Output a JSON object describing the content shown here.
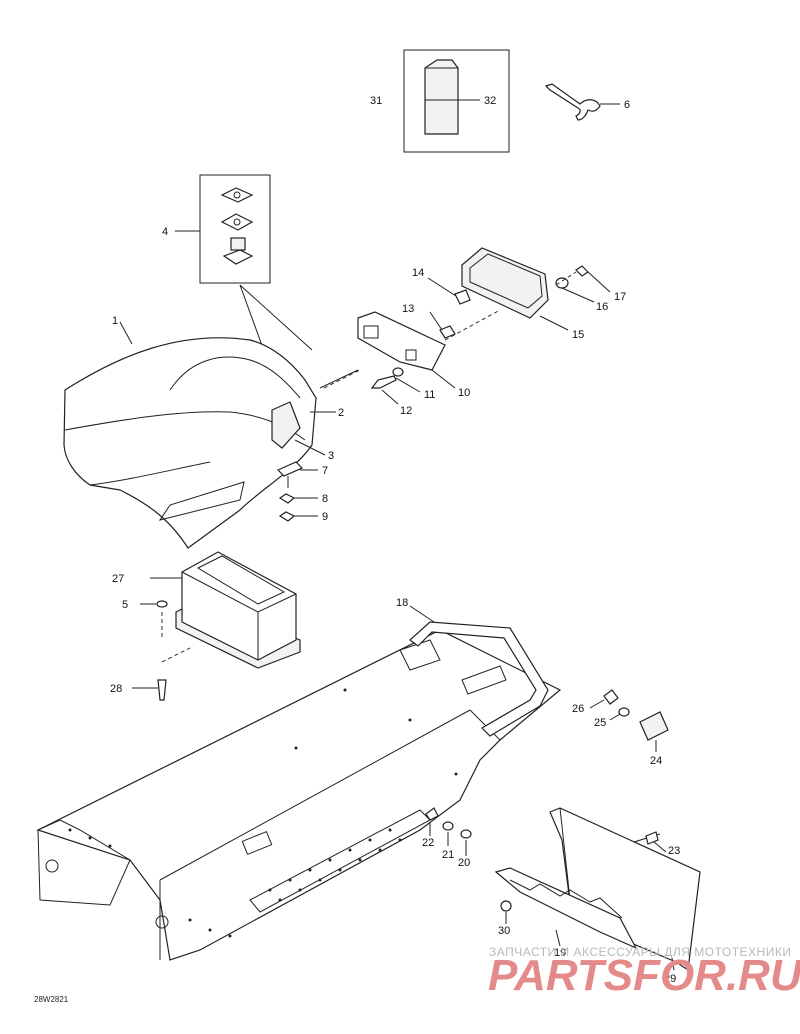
{
  "diagram_code": "28W2821",
  "callouts": {
    "c1": "1",
    "c2": "2",
    "c3": "3",
    "c4": "4",
    "c5": "5",
    "c6": "6",
    "c7": "7",
    "c8": "8",
    "c9": "9",
    "c10": "10",
    "c11": "11",
    "c12": "12",
    "c13": "13",
    "c14": "14",
    "c15": "15",
    "c16": "16",
    "c17": "17",
    "c18": "18",
    "c19": "19",
    "c20": "20",
    "c21": "21",
    "c22": "22",
    "c23": "23",
    "c24": "24",
    "c25": "25",
    "c26": "26",
    "c27": "27",
    "c28": "28",
    "c29": "29",
    "c30": "30",
    "c31": "31",
    "c32": "32"
  },
  "watermark": {
    "tagline": "ЗАПЧАСТИ И АКСЕССУАРЫ ДЛЯ МОТОТЕХНИКИ",
    "brand": "PARTSFOR.RU"
  },
  "colors": {
    "ink": "#222222",
    "watermark_brand": "#e58a8a",
    "watermark_tagline": "#b9b9b9"
  }
}
